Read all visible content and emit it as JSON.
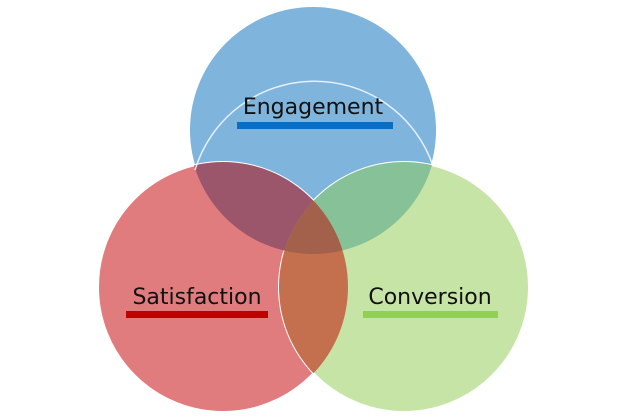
{
  "diagram": {
    "type": "venn",
    "sets": [
      {
        "label": "Engagement",
        "fill": "#7fb4dd",
        "bar": "#0a6fc4"
      },
      {
        "label": "Satisfaction",
        "fill": "#e07b7e",
        "bar": "#c00000"
      },
      {
        "label": "Conversion",
        "fill": "#c6e4a6",
        "bar": "#92d050"
      }
    ],
    "overlaps": {
      "engagement_satisfaction": "#9c566b",
      "engagement_conversion": "#87c198",
      "satisfaction_conversion": "#c4704f",
      "all": "#a3604a"
    }
  }
}
